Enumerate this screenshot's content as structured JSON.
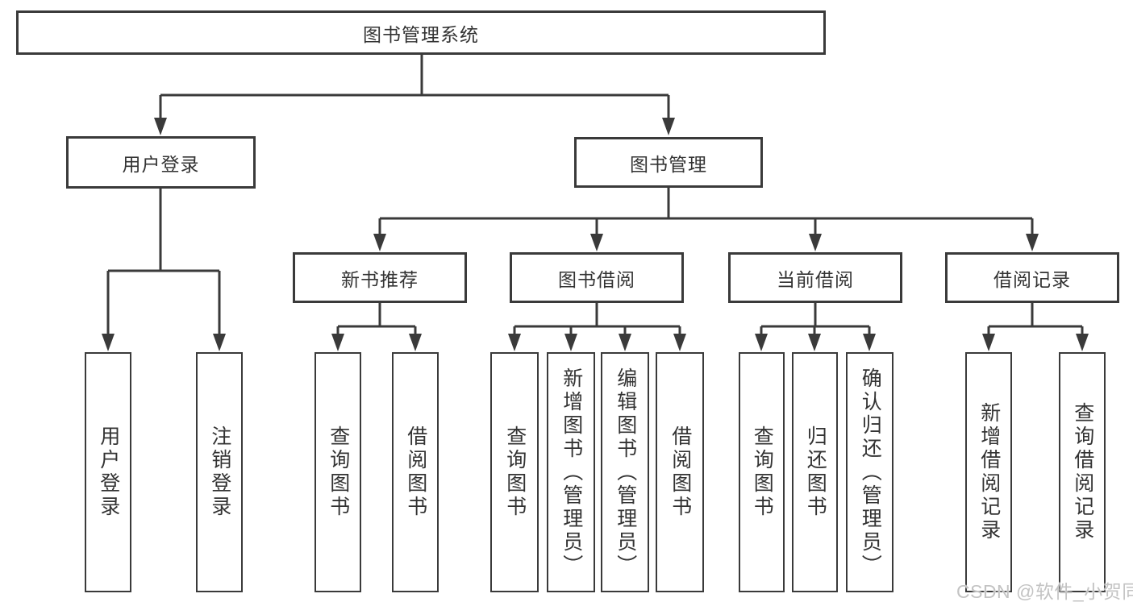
{
  "diagram": {
    "root": {
      "label": "图书管理系统"
    },
    "branches": [
      {
        "label": "用户登录",
        "leaves": [
          {
            "label": "用户登录"
          },
          {
            "label": "注销登录"
          }
        ]
      },
      {
        "label": "图书管理",
        "children": [
          {
            "label": "新书推荐",
            "leaves": [
              {
                "label": "查询图书"
              },
              {
                "label": "借阅图书"
              }
            ]
          },
          {
            "label": "图书借阅",
            "leaves": [
              {
                "label": "查询图书"
              },
              {
                "label": "新增图书（管理员）"
              },
              {
                "label": "编辑图书（管理员）"
              },
              {
                "label": "借阅图书"
              }
            ]
          },
          {
            "label": "当前借阅",
            "leaves": [
              {
                "label": "查询图书"
              },
              {
                "label": "归还图书"
              },
              {
                "label": "确认归还（管理员）"
              }
            ]
          },
          {
            "label": "借阅记录",
            "leaves": [
              {
                "label": "新增借阅记录"
              },
              {
                "label": "查询借阅记录"
              }
            ]
          }
        ]
      }
    ]
  },
  "watermark": {
    "text": "CSDN @软件_小贺同学"
  },
  "colors": {
    "line": "#3a3a3a",
    "text": "#333333",
    "watermark": "#c3c3c3",
    "background": "#ffffff"
  }
}
